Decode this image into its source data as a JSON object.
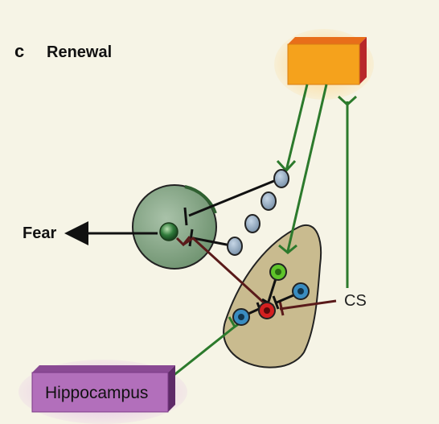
{
  "panel": {
    "letter": "c",
    "title": "Renewal"
  },
  "labels": {
    "fear": "Fear",
    "cs": "CS",
    "hippocampus": "Hippocampus"
  },
  "colors": {
    "background": "#f6f4e6",
    "context_box": "#f39a1e",
    "hippocampus_box": "#b06bb8",
    "central_amygdala": "#8fae8f",
    "basolateral_amygdala": "#c8b98e",
    "excitatory_pathway": "#2c7a2c",
    "inhibitory_pathway": "#5a1a1a",
    "neuron_red": "#d42020",
    "neuron_green": "#5fc42a",
    "neuron_blue": "#2a7aa8",
    "itc_cells": "#8fa8c0"
  }
}
